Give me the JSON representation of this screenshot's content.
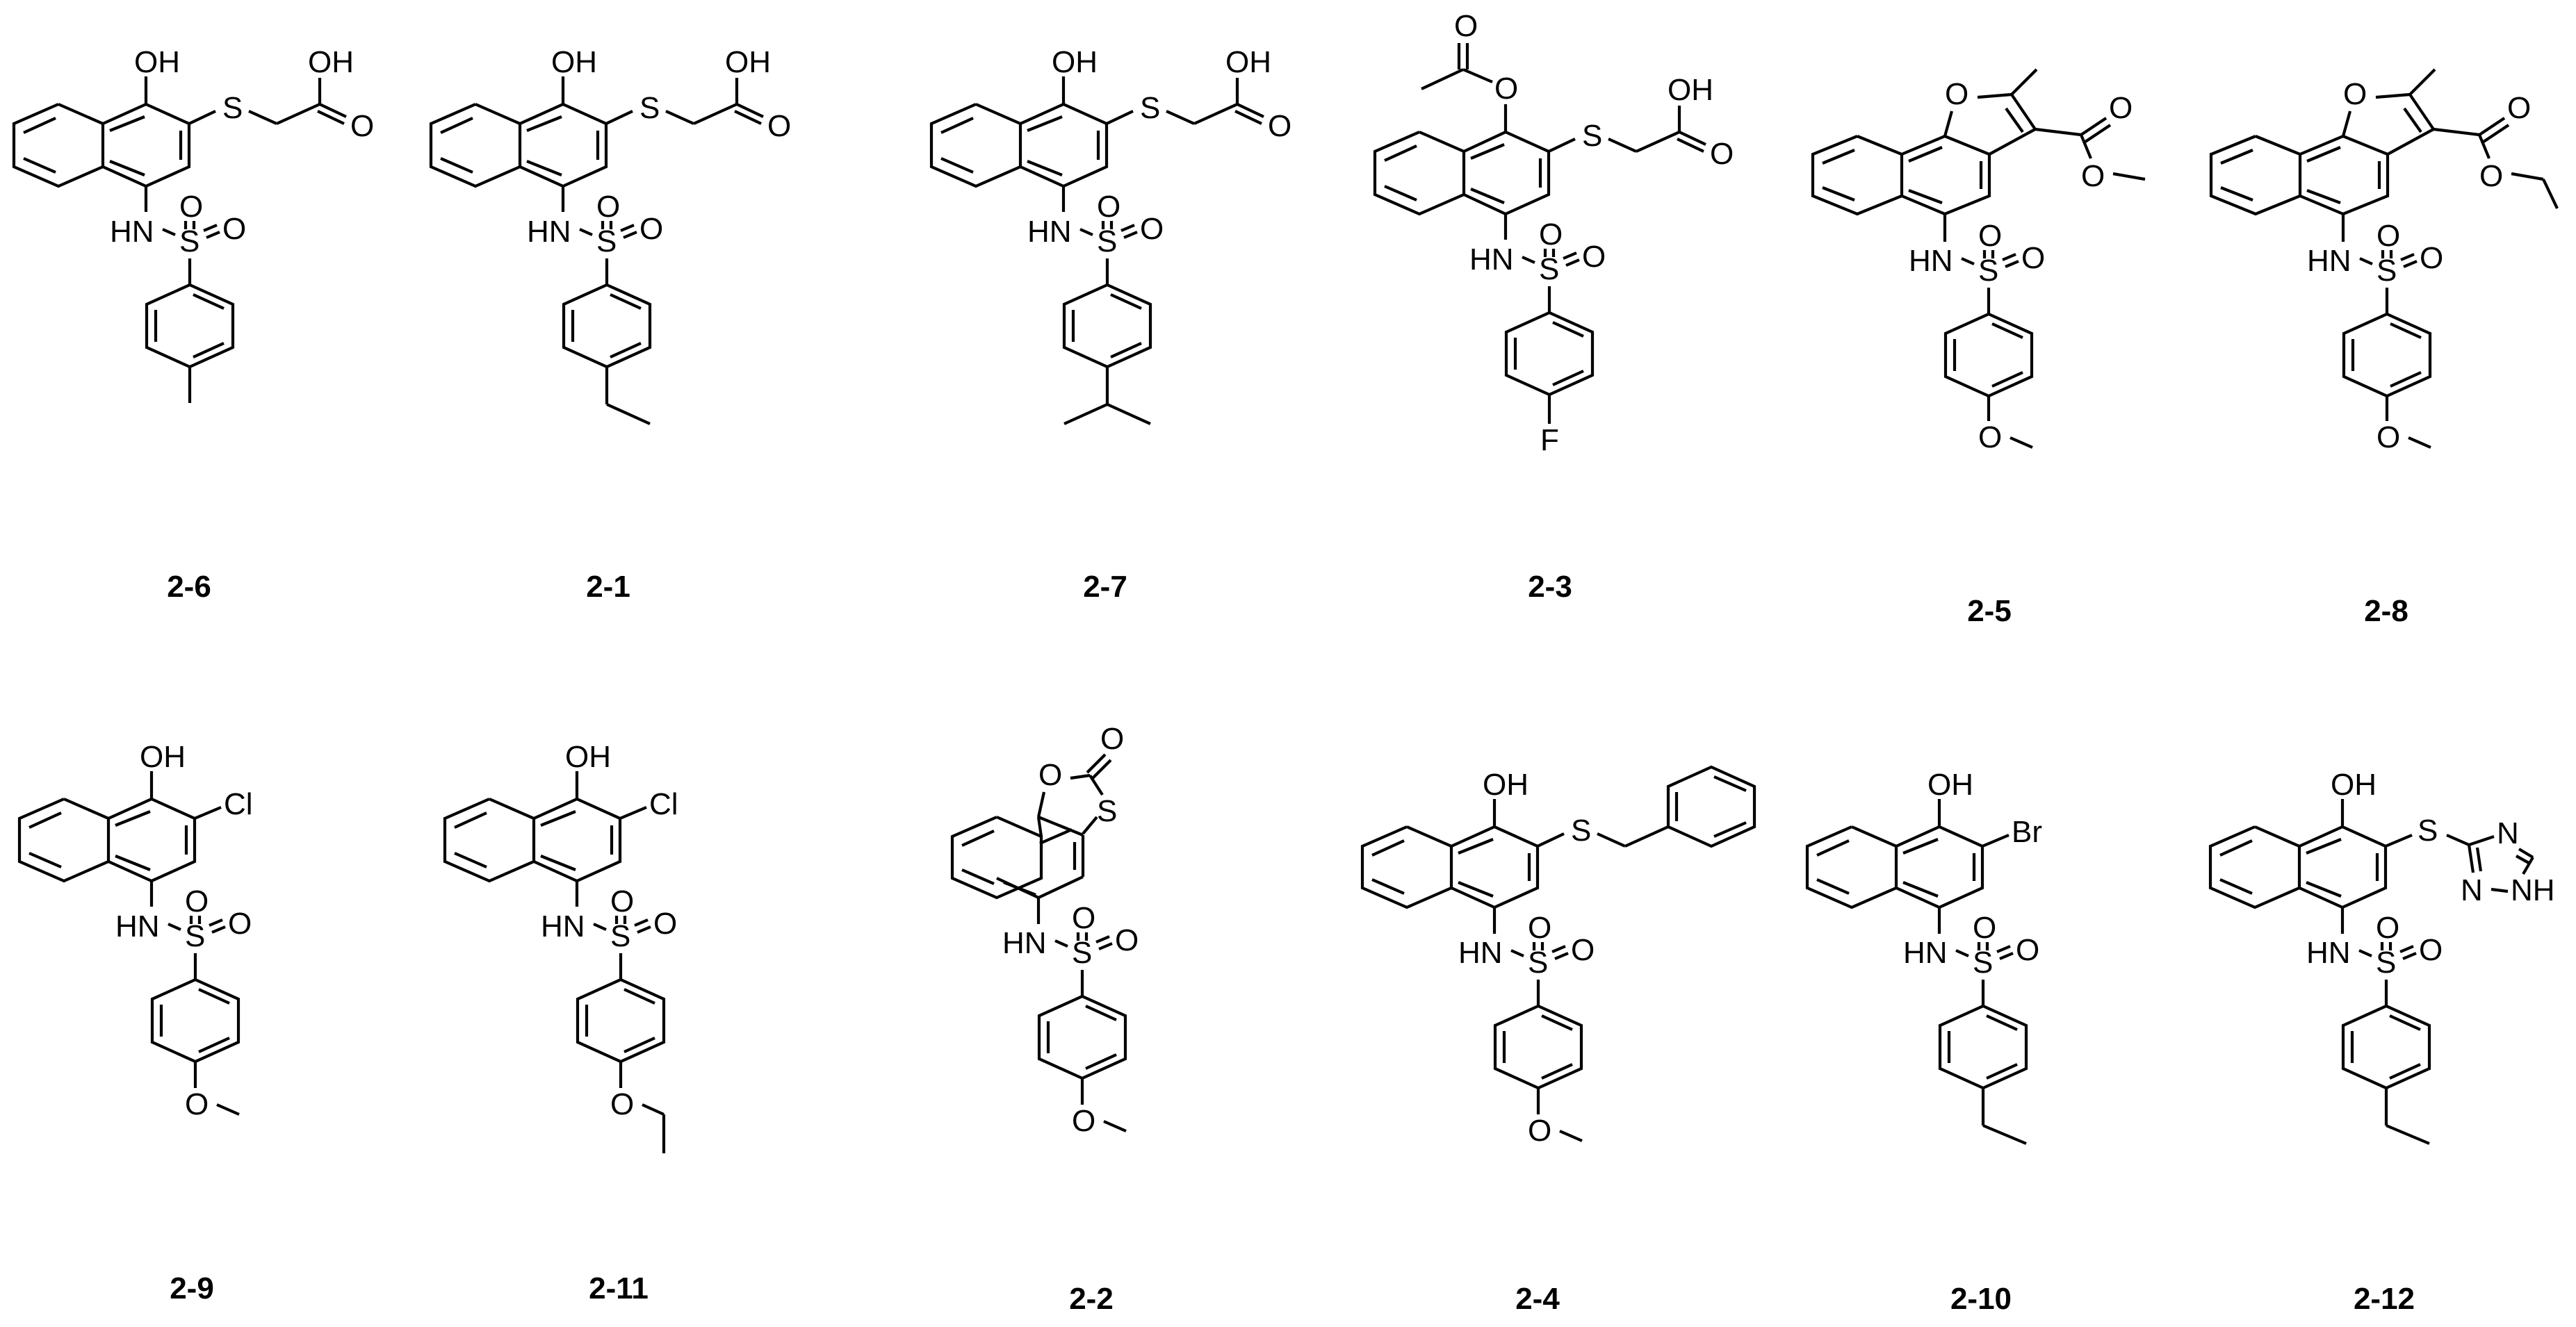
{
  "figure": {
    "description": "Chemical structures of twelve naphthalene sulfonamide compounds",
    "rows": [
      {
        "compounds": [
          {
            "id": "2-6",
            "label": "2-6",
            "core": "1-hydroxynaphthalene",
            "position2": "S-CH2-COOH",
            "aryl_para": "CH3",
            "atoms": {
              "oh": "OH",
              "s": "S",
              "acid_oh": "OH",
              "acid_o": "O",
              "hn": "HN",
              "so2_s": "S",
              "o1": "O",
              "o2": "O"
            }
          },
          {
            "id": "2-1",
            "label": "2-1",
            "core": "1-hydroxynaphthalene",
            "position2": "S-CH2-COOH",
            "aryl_para": "CH2CH3",
            "atoms": {
              "oh": "OH",
              "s": "S",
              "acid_oh": "OH",
              "acid_o": "O",
              "hn": "HN",
              "so2_s": "S",
              "o1": "O",
              "o2": "O"
            }
          },
          {
            "id": "2-7",
            "label": "2-7",
            "core": "1-hydroxynaphthalene",
            "position2": "S-CH2-COOH",
            "aryl_para": "CH(CH3)2",
            "atoms": {
              "oh": "OH",
              "s": "S",
              "acid_oh": "OH",
              "acid_o": "O",
              "hn": "HN",
              "so2_s": "S",
              "o1": "O",
              "o2": "O"
            }
          },
          {
            "id": "2-3",
            "label": "2-3",
            "core": "1-acetoxynaphthalene",
            "position2": "S-CH2-COOH",
            "aryl_para": "F",
            "atoms": {
              "ac_o": "O",
              "ester_o": "O",
              "s": "S",
              "acid_oh": "OH",
              "acid_o": "O",
              "hn": "HN",
              "so2_s": "S",
              "o1": "O",
              "o2": "O",
              "f": "F"
            }
          },
          {
            "id": "2-5",
            "label": "2-5",
            "core": "naphtho[1,2-b]furan",
            "furan_substituents": "2-methyl, 3-COOCH3",
            "aryl_para": "OCH3",
            "atoms": {
              "furan_o": "O",
              "co_o": "O",
              "ester_o": "O",
              "hn": "HN",
              "so2_s": "S",
              "o1": "O",
              "o2": "O",
              "ome_o": "O"
            }
          },
          {
            "id": "2-8",
            "label": "2-8",
            "core": "naphtho[1,2-b]furan",
            "furan_substituents": "2-methyl, 3-COOCH2CH3",
            "aryl_para": "OCH3",
            "atoms": {
              "furan_o": "O",
              "co_o": "O",
              "ester_o": "O",
              "hn": "HN",
              "so2_s": "S",
              "o1": "O",
              "o2": "O",
              "ome_o": "O"
            }
          }
        ]
      },
      {
        "compounds": [
          {
            "id": "2-9",
            "label": "2-9",
            "core": "1-hydroxynaphthalene",
            "position2": "Cl",
            "aryl_para": "OCH3",
            "atoms": {
              "oh": "OH",
              "x": "Cl",
              "hn": "HN",
              "so2_s": "S",
              "o1": "O",
              "o2": "O",
              "ome_o": "O"
            }
          },
          {
            "id": "2-11",
            "label": "2-11",
            "core": "1-hydroxynaphthalene",
            "position2": "Cl",
            "aryl_para": "OCH2CH3",
            "atoms": {
              "oh": "OH",
              "x": "Cl",
              "hn": "HN",
              "so2_s": "S",
              "o1": "O",
              "o2": "O",
              "ome_o": "O"
            }
          },
          {
            "id": "2-2",
            "label": "2-2",
            "core": "naphtho[1,2-d][1,3]oxathiol-2-one",
            "aryl_para": "OCH3",
            "atoms": {
              "ring_o": "O",
              "carbonyl_o": "O",
              "ring_s": "S",
              "hn": "HN",
              "so2_s": "S",
              "o1": "O",
              "o2": "O",
              "ome_o": "O"
            }
          },
          {
            "id": "2-4",
            "label": "2-4",
            "core": "1-hydroxynaphthalene",
            "position2": "S-CH2-Ph",
            "aryl_para": "OCH3",
            "atoms": {
              "oh": "OH",
              "s": "S",
              "hn": "HN",
              "so2_s": "S",
              "o1": "O",
              "o2": "O",
              "ome_o": "O"
            }
          },
          {
            "id": "2-10",
            "label": "2-10",
            "core": "1-hydroxynaphthalene",
            "position2": "Br",
            "aryl_para": "CH2CH3",
            "atoms": {
              "oh": "OH",
              "x": "Br",
              "hn": "HN",
              "so2_s": "S",
              "o1": "O",
              "o2": "O"
            }
          },
          {
            "id": "2-12",
            "label": "2-12",
            "core": "1-hydroxynaphthalene",
            "position2": "S-(1,2,4-triazol-3-yl)",
            "aryl_para": "CH2CH3",
            "atoms": {
              "oh": "OH",
              "s": "S",
              "hn": "HN",
              "so2_s": "S",
              "o1": "O",
              "o2": "O",
              "tz_n1": "N",
              "tz_n2": "N",
              "tz_nh": "NH"
            }
          }
        ]
      }
    ],
    "colors": {
      "background": "#ffffff",
      "ink": "#000000"
    }
  }
}
